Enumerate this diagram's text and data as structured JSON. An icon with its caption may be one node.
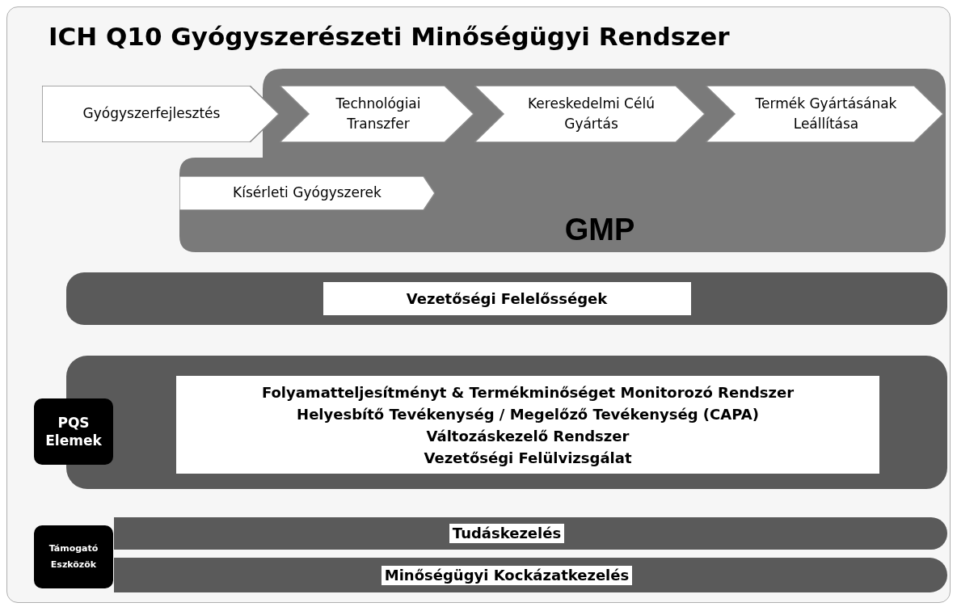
{
  "diagram": {
    "title": "ICH Q10 Gyógyszerészeti Minőségügyi Rendszer",
    "nodes": [
      {
        "text": [
          "GMP"
        ]
      },
      {
        "text": [
          "Gyógyszerfejlesztés"
        ]
      },
      {
        "text": [
          "Technológiai Transzfer"
        ],
        "in": 0
      },
      {
        "text": [
          "Kereskedelmi Célú Gyártás"
        ],
        "in": 0
      },
      {
        "text": [
          "Termék Gyártásának Leállítása"
        ],
        "in": 0
      },
      {
        "text": [
          "Kísérleti Gyógyszerek"
        ],
        "in": 0
      },
      {
        "text": [
          "Vezetőségi Felelősségek"
        ]
      },
      {
        "text": [],
        "shape": "box"
      },
      {
        "text": [
          "Folyamatteljesítményt & Termékminőséget Monitorozó Rendszer",
          "Helyesbítő Tevékenység / Megelőző Tevékenység (CAPA)",
          "Változáskezelő Rendszer",
          "Vezetőségi Felülvizsgálat"
        ],
        "in": 7
      },
      {
        "text": [
          "PQS Elemek"
        ]
      },
      {
        "text": [
          "Támogató Eszközök"
        ]
      },
      {
        "text": [
          "Tudáskezelés"
        ]
      },
      {
        "text": [
          "Minőségügyi Kockázatkezelés"
        ]
      }
    ]
  }
}
